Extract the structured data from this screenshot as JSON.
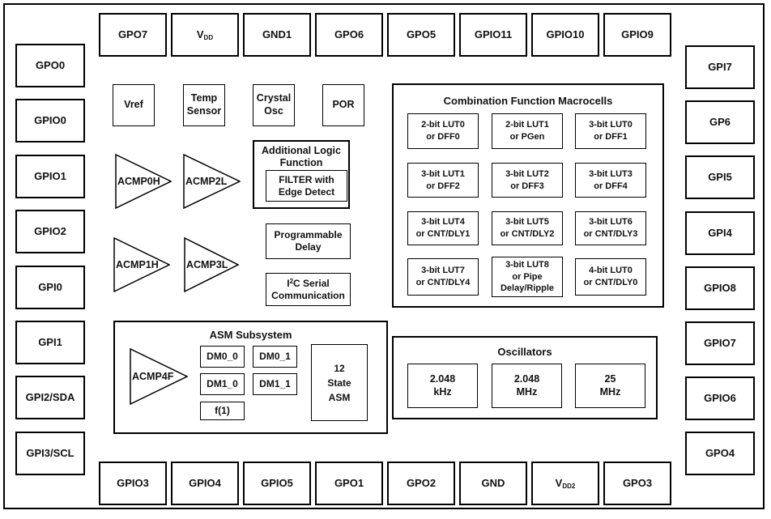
{
  "pins": {
    "top": [
      {
        "label": "GPO7"
      },
      {
        "base": "V",
        "sub": "DD"
      },
      {
        "label": "GND1"
      },
      {
        "label": "GPO6"
      },
      {
        "label": "GPO5"
      },
      {
        "label": "GPIO11"
      },
      {
        "label": "GPIO10"
      },
      {
        "label": "GPIO9"
      }
    ],
    "left": [
      {
        "label": "GPO0"
      },
      {
        "label": "GPIO0"
      },
      {
        "label": "GPIO1"
      },
      {
        "label": "GPIO2"
      },
      {
        "label": "GPI0"
      },
      {
        "label": "GPI1"
      },
      {
        "label": "GPI2/SDA"
      },
      {
        "label": "GPI3/SCL"
      }
    ],
    "right": [
      {
        "label": "GPI7"
      },
      {
        "label": "GP6"
      },
      {
        "label": "GPI5"
      },
      {
        "label": "GPI4"
      },
      {
        "label": "GPIO8"
      },
      {
        "label": "GPIO7"
      },
      {
        "label": "GPIO6"
      },
      {
        "label": "GPO4"
      }
    ],
    "bottom": [
      {
        "label": "GPIO3"
      },
      {
        "label": "GPIO4"
      },
      {
        "label": "GPIO5"
      },
      {
        "label": "GPO1"
      },
      {
        "label": "GPO2"
      },
      {
        "label": "GND"
      },
      {
        "base": "V",
        "sub": "DD2"
      },
      {
        "label": "GPO3"
      }
    ]
  },
  "analog": {
    "vref": "Vref",
    "temp_sensor": "Temp\nSensor",
    "crystal_osc": "Crystal\nOsc",
    "por": "POR",
    "comparators": {
      "acmp0h": "ACMP0H",
      "acmp2l": "ACMP2L",
      "acmp1h": "ACMP1H",
      "acmp3l": "ACMP3L"
    }
  },
  "additional_logic": {
    "title": "Additional Logic\nFunction",
    "filter": "FILTER with\nEdge Detect"
  },
  "programmable_delay": "Programmable\nDelay",
  "i2c": {
    "pre": "I",
    "sup": "2",
    "post": "C Serial",
    "line2": "Communication"
  },
  "macrocells": {
    "title": "Combination Function Macrocells",
    "cells": [
      "2-bit LUT0\nor DFF0",
      "2-bit LUT1\nor PGen",
      "3-bit LUT0\nor DFF1",
      "3-bit LUT1\nor DFF2",
      "3-bit LUT2\nor DFF3",
      "3-bit LUT3\nor DFF4",
      "3-bit LUT4\nor CNT/DLY1",
      "3-bit LUT5\nor CNT/DLY2",
      "3-bit LUT6\nor CNT/DLY3",
      "3-bit LUT7\nor CNT/DLY4",
      "3-bit LUT8\nor Pipe\nDelay/Ripple",
      "4-bit LUT0\nor CNT/DLY0"
    ]
  },
  "asm": {
    "title": "ASM Subsystem",
    "comparator": "ACMP4F",
    "dm_cells": [
      "DM0_0",
      "DM0_1",
      "DM1_0",
      "DM1_1"
    ],
    "f_cell": "f(1)",
    "state_machine": "12\nState\nASM"
  },
  "oscillators": {
    "title": "Oscillators",
    "items": [
      "2.048\nkHz",
      "2.048\nMHz",
      "25\nMHz"
    ]
  },
  "colors": {
    "border": "#000000",
    "text": "#111111",
    "background": "#ffffff"
  }
}
